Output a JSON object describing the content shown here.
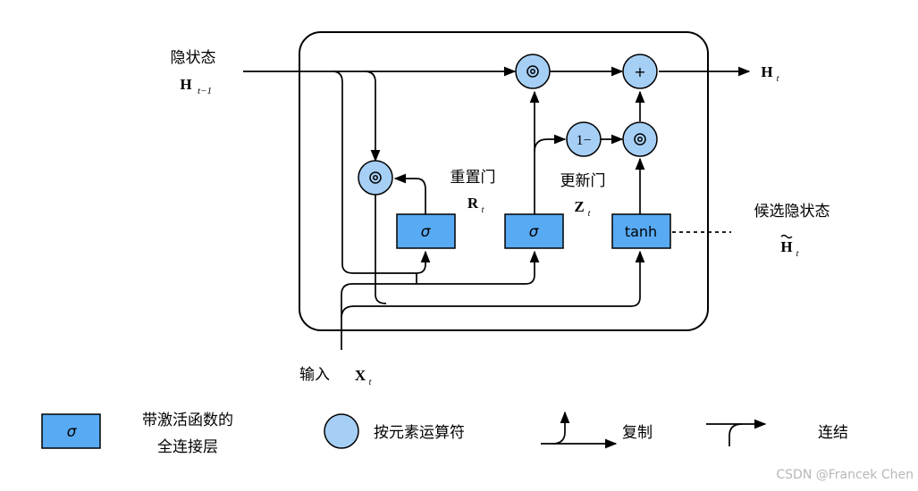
{
  "hidden_state": {
    "label": "隐状态",
    "symbol": "H",
    "subscript": "t−1"
  },
  "output": {
    "symbol": "H",
    "subscript": "t"
  },
  "input": {
    "label": "输入",
    "symbol": "X",
    "subscript": "t"
  },
  "reset_gate": {
    "label": "重置门",
    "symbol": "R",
    "subscript": "t",
    "fn": "σ"
  },
  "update_gate": {
    "label": "更新门",
    "symbol": "Z",
    "subscript": "t",
    "fn": "σ"
  },
  "candidate": {
    "label": "候选隐状态",
    "symbol": "H",
    "subscript": "t",
    "fn": "tanh"
  },
  "ops": {
    "one_minus": "1−",
    "plus": "+"
  },
  "legend": {
    "fc_symbol": "σ",
    "fc_line1": "带激活函数的",
    "fc_line2": "全连接层",
    "elementwise": "按元素运算符",
    "copy": "复制",
    "concat": "连结"
  },
  "watermark": "CSDN @Francek Chen",
  "colors": {
    "layer_fill": "#58aaf3",
    "op_fill": "#a6cff5",
    "line": "#000000"
  }
}
